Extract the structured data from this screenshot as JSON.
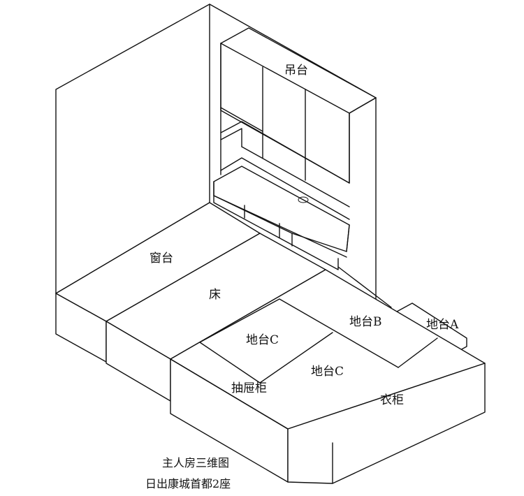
{
  "labels": {
    "diaotai": "吊台",
    "chuangtai": "窗台",
    "chuang": "床",
    "ditai_c1": "地台C",
    "ditai_b": "地台B",
    "ditai_a": "地台A",
    "ditai_c2": "地台C",
    "choutigui": "抽屉柜",
    "yigui": "衣柜"
  },
  "caption": {
    "line1": "主人房三维图",
    "line2": "日出康城首都2座"
  }
}
